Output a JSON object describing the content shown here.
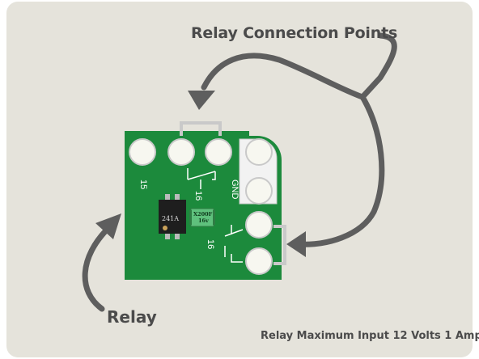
{
  "title": "Relay Connection Points",
  "relay_label": "Relay",
  "footer": "Relay Maximum Input 12 Volts 1 Amp",
  "board": {
    "pin_label_15": "15",
    "pin_label_16_top": "16",
    "pin_label_16_right": "16",
    "gnd_label": "GND",
    "chip_marking": "241A",
    "fuse_line1": "X200F",
    "fuse_line2": "16v"
  },
  "colors": {
    "background": "#e5e3db",
    "pcb": "#1c8a3c",
    "arrow": "#5e5e5e",
    "text": "#4b4b4b"
  }
}
